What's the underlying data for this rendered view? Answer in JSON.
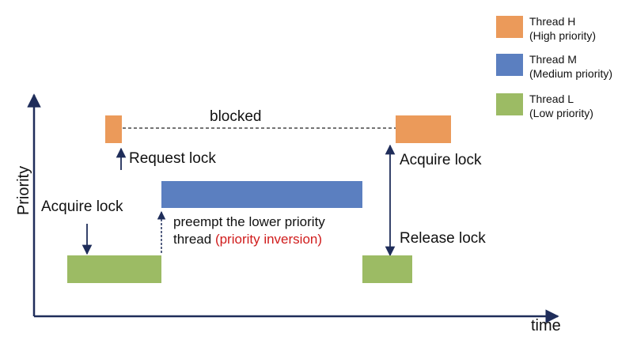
{
  "colors": {
    "thread_h": "#EB9A5A",
    "thread_m": "#5B7FC0",
    "thread_l": "#9CBB64",
    "axis": "#1F2D5A",
    "highlight": "#D01C1C"
  },
  "axes": {
    "y_label": "Priority",
    "x_label": "time"
  },
  "legend": [
    {
      "name": "Thread H",
      "detail": "(High priority)",
      "color_key": "thread_h"
    },
    {
      "name": "Thread M",
      "detail": "(Medium priority)",
      "color_key": "thread_m"
    },
    {
      "name": "Thread L",
      "detail": "(Low priority)",
      "color_key": "thread_l"
    }
  ],
  "labels": {
    "blocked": "blocked",
    "request_lock": "Request lock",
    "acquire_lock_left": "Acquire lock",
    "acquire_lock_right": "Acquire lock",
    "release_lock": "Release lock",
    "preempt_line1": "preempt the lower priority",
    "preempt_line2_prefix": "thread ",
    "preempt_line2_highlight": "(priority inversion)"
  }
}
